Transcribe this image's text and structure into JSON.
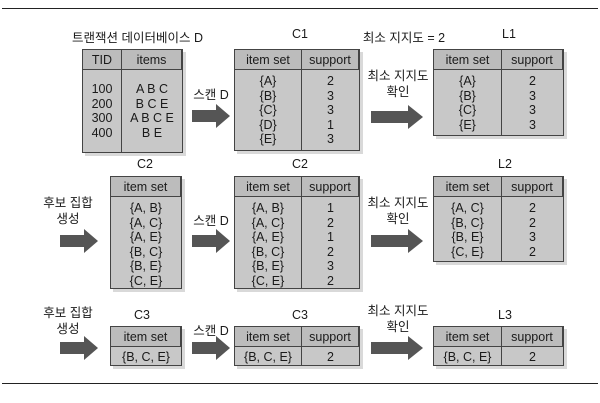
{
  "db": {
    "title": "트랜잭션 데이터베이스 D",
    "headers": [
      "TID",
      "items"
    ],
    "tids": [
      "100",
      "200",
      "300",
      "400"
    ],
    "items": [
      "A B C",
      "B C E",
      "A B C E",
      "B E"
    ]
  },
  "scan_label": "스캔 D",
  "candidate_label": "후보 집합\n생성",
  "minsup_title": "최소 지지도 = 2",
  "check_label": "최소 지지도\n확인",
  "headers": {
    "itemset": "item set",
    "support": "support"
  },
  "c1": {
    "title": "C1",
    "itemsets": [
      "{A}",
      "{B}",
      "{C}",
      "{D}",
      "{E}"
    ],
    "supports": [
      "2",
      "3",
      "3",
      "1",
      "3"
    ]
  },
  "l1": {
    "title": "L1",
    "itemsets": [
      "{A}",
      "{B}",
      "{C}",
      "{E}"
    ],
    "supports": [
      "2",
      "3",
      "3",
      "3"
    ]
  },
  "c2a": {
    "title": "C2",
    "itemsets": [
      "{A, B}",
      "{A, C}",
      "{A, E}",
      "{B, C}",
      "{B, E}",
      "{C, E}"
    ]
  },
  "c2b": {
    "title": "C2",
    "itemsets": [
      "{A, B}",
      "{A, C}",
      "{A, E}",
      "{B, C}",
      "{B, E}",
      "{C, E}"
    ],
    "supports": [
      "1",
      "2",
      "1",
      "2",
      "3",
      "2"
    ]
  },
  "l2": {
    "title": "L2",
    "itemsets": [
      "{A, C}",
      "{B, C}",
      "{B, E}",
      "{C, E}"
    ],
    "supports": [
      "2",
      "2",
      "3",
      "2"
    ]
  },
  "c3a": {
    "title": "C3",
    "itemsets": [
      "{B, C, E}"
    ]
  },
  "c3b": {
    "title": "C3",
    "itemsets": [
      "{B, C, E}"
    ],
    "supports": [
      "2"
    ]
  },
  "l3": {
    "title": "L3",
    "itemsets": [
      "{B, C, E}"
    ],
    "supports": [
      "2"
    ]
  }
}
